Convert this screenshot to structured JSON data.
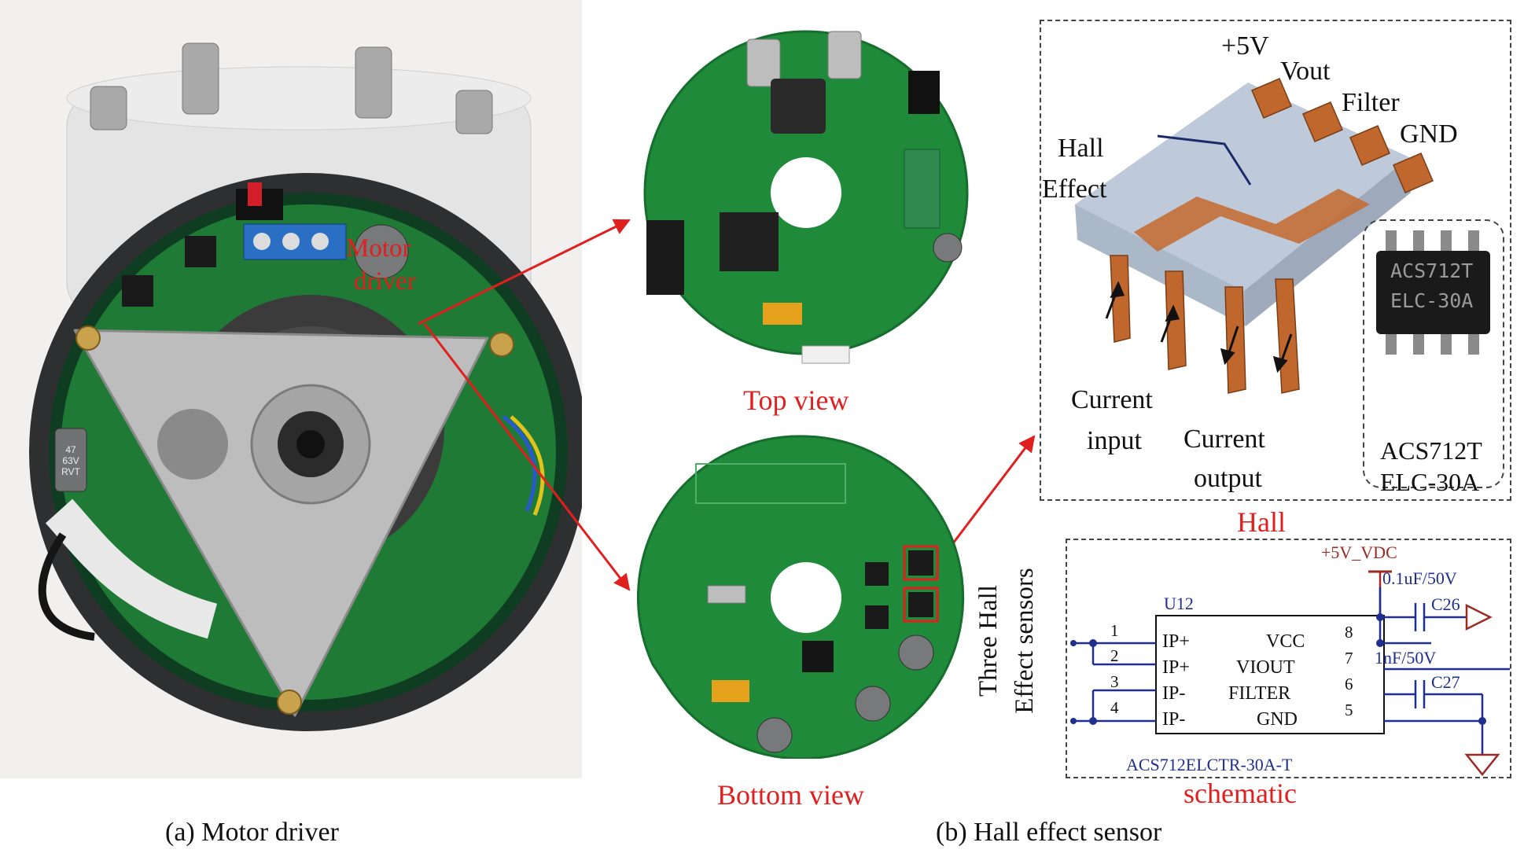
{
  "panel_a": {
    "caption": "(a) Motor driver",
    "callout": {
      "line1": "Motor",
      "line2": "driver"
    },
    "capacitor_marking": {
      "line1": "47",
      "line2": "63V",
      "line3": "RVT"
    }
  },
  "panel_b": {
    "caption": "(b) Hall effect sensor",
    "top_view_label": "Top view",
    "bottom_view_label": "Bottom view",
    "hall_label": "Hall",
    "schematic_label": "schematic",
    "side_label": {
      "line1": "Three Hall",
      "line2": "Effect sensors"
    },
    "pin_labels": {
      "v5": "+5V",
      "vout": "Vout",
      "filter": "Filter",
      "gnd": "GND",
      "hall_effect_1": "Hall",
      "hall_effect_2": "Effect",
      "current_input_1": "Current",
      "current_input_2": "input",
      "current_output_1": "Current",
      "current_output_2": "output"
    },
    "chip": {
      "marking1": "ACS712T",
      "marking2": "ELC-30A",
      "label1": "ACS712T",
      "label2": "ELC-30A"
    },
    "schematic": {
      "ref": "U12",
      "part": "ACS712ELCTR-30A-T",
      "supply": "+5V_VDC",
      "left_pins": [
        {
          "num": "1",
          "name": "IP+"
        },
        {
          "num": "2",
          "name": "IP+"
        },
        {
          "num": "3",
          "name": "IP-"
        },
        {
          "num": "4",
          "name": "IP-"
        }
      ],
      "right_pins": [
        {
          "num": "8",
          "name": "VCC"
        },
        {
          "num": "7",
          "name": "VIOUT"
        },
        {
          "num": "6",
          "name": "FILTER"
        },
        {
          "num": "5",
          "name": "GND"
        }
      ],
      "c26": {
        "ref": "C26",
        "value": "0.1uF/50V"
      },
      "c27": {
        "ref": "C27",
        "value": "1nF/50V"
      }
    }
  },
  "colors": {
    "label_red": "#e0201e",
    "schematic_blue": "#1f2f8f",
    "schematic_red": "#9b2a25",
    "pcb_green": "#1f8a3a"
  }
}
